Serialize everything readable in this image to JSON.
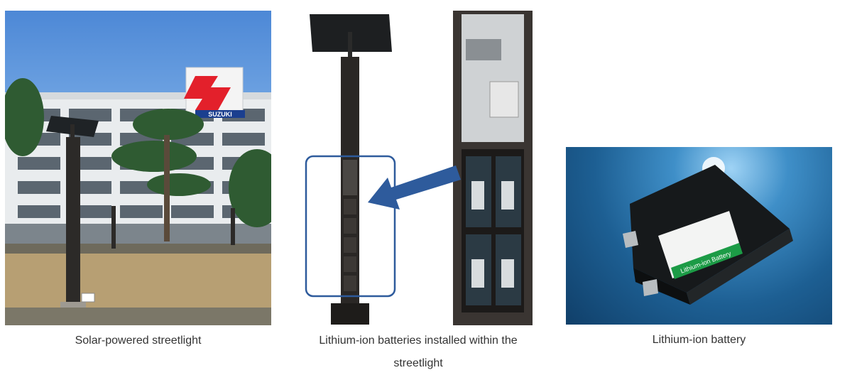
{
  "figures": [
    {
      "caption": "Solar-powered streetlight",
      "brand_sign": "SUZUKI"
    },
    {
      "caption": "Lithium-ion batteries installed within the streetlight"
    },
    {
      "caption": "Lithium-ion battery",
      "label_text": "Lithium-ion Battery"
    }
  ],
  "colors": {
    "caption_text": "#333333",
    "highlight_box": "#2e5b9c",
    "arrow": "#2e5b9c",
    "suzuki_red": "#e3202b",
    "battery_label_green": "#1c9b46"
  },
  "icons": {
    "arrow": "arrow-left-icon"
  }
}
